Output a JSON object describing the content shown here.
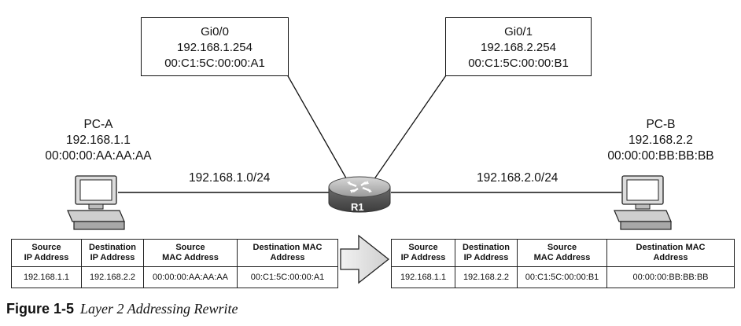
{
  "router": {
    "name": "R1",
    "gi00": {
      "iface": "Gi0/0",
      "ip": "192.168.1.254",
      "mac": "00:C1:5C:00:00:A1"
    },
    "gi01": {
      "iface": "Gi0/1",
      "ip": "192.168.2.254",
      "mac": "00:C1:5C:00:00:B1"
    }
  },
  "pca": {
    "name": "PC-A",
    "ip": "192.168.1.1",
    "mac": "00:00:00:AA:AA:AA"
  },
  "pcb": {
    "name": "PC-B",
    "ip": "192.168.2.2",
    "mac": "00:00:00:BB:BB:BB"
  },
  "networks": {
    "left": "192.168.1.0/24",
    "right": "192.168.2.0/24"
  },
  "tables": {
    "headers": [
      {
        "line1": "Source",
        "line2": "IP Address"
      },
      {
        "line1": "Destination",
        "line2": "IP Address"
      },
      {
        "line1": "Source",
        "line2": "MAC Address"
      },
      {
        "line1": "Destination MAC",
        "line2": "Address"
      }
    ],
    "left_row": [
      "192.168.1.1",
      "192.168.2.2",
      "00:00:00:AA:AA:AA",
      "00:C1:5C:00:00:A1"
    ],
    "right_row": [
      "192.168.1.1",
      "192.168.2.2",
      "00:C1:5C:00:00:B1",
      "00:00:00:BB:BB:BB"
    ]
  },
  "caption": {
    "number": "Figure 1-5",
    "title": "Layer 2 Addressing Rewrite"
  }
}
